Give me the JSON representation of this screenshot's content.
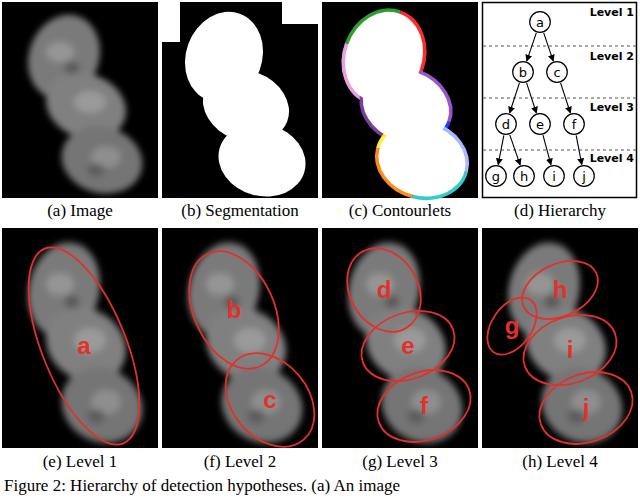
{
  "diagram": {
    "caption": "Figure 2: Hierarchy of detection hypotheses. (a) An image",
    "nodes": [
      {
        "text": [
          "a"
        ]
      },
      {
        "text": [
          "b"
        ]
      },
      {
        "text": [
          "c"
        ]
      },
      {
        "text": [
          "d"
        ]
      },
      {
        "text": [
          "e"
        ]
      },
      {
        "text": [
          "f"
        ]
      },
      {
        "text": [
          "g"
        ]
      },
      {
        "text": [
          "h"
        ]
      },
      {
        "text": [
          "i"
        ]
      },
      {
        "text": [
          "j"
        ]
      },
      {
        "text": [
          "a"
        ]
      },
      {
        "text": [
          "b"
        ]
      },
      {
        "text": [
          "c"
        ]
      },
      {
        "text": [
          "d"
        ]
      },
      {
        "text": [
          "e"
        ]
      },
      {
        "text": [
          "f"
        ]
      },
      {
        "text": [
          "g"
        ]
      },
      {
        "text": [
          "h"
        ]
      },
      {
        "text": [
          "i"
        ]
      },
      {
        "text": [
          "j"
        ]
      }
    ],
    "edges": [
      {
        "from": 0,
        "to": 1,
        "arrow": "to"
      },
      {
        "from": 0,
        "to": 2,
        "arrow": "to"
      },
      {
        "from": 1,
        "to": 3,
        "arrow": "to"
      },
      {
        "from": 1,
        "to": 4,
        "arrow": "to"
      },
      {
        "from": 2,
        "to": 5,
        "arrow": "to"
      },
      {
        "from": 3,
        "to": 6,
        "arrow": "to"
      },
      {
        "from": 3,
        "to": 7,
        "arrow": "to"
      },
      {
        "from": 4,
        "to": 8,
        "arrow": "to"
      },
      {
        "from": 5,
        "to": 9,
        "arrow": "to"
      }
    ],
    "labels": [
      "(a) Image",
      "(b) Segmentation",
      "(c) Contourlets",
      "(d) Hierarchy",
      "Level 1",
      "Level 2",
      "Level 3",
      "Level 4",
      "(e) Level 1",
      "(f) Level 2",
      "(g) Level 3",
      "(h) Level 4"
    ]
  }
}
